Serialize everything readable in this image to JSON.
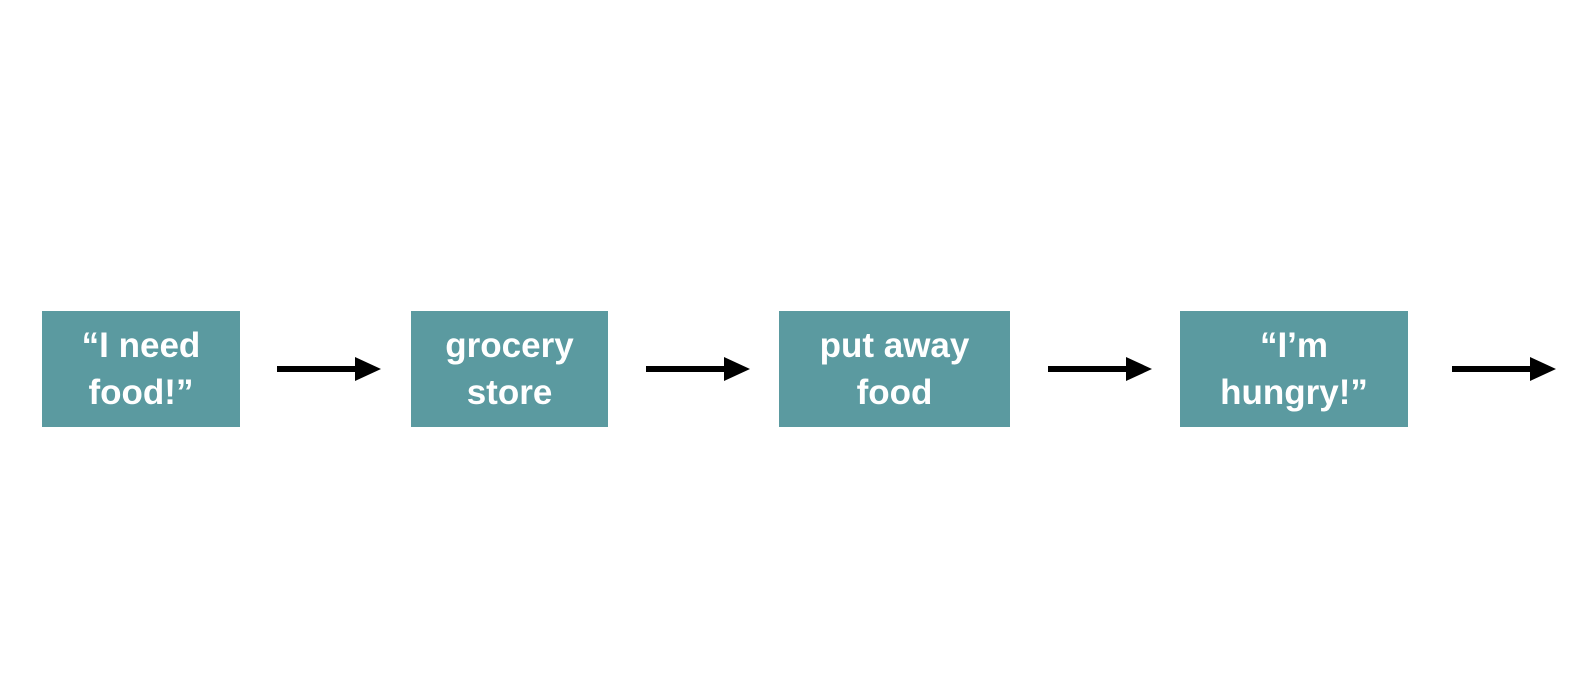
{
  "diagram": {
    "title": "food cycle flowchart",
    "background_color": "#ffffff",
    "box_color": "#5b9aa0",
    "box_text_color": "#ffffff",
    "arrow_color": "#000000",
    "nodes": [
      {
        "id": "need-food",
        "label": "“I need\nfood!”"
      },
      {
        "id": "grocery-store",
        "label": "grocery\nstore"
      },
      {
        "id": "put-away-food",
        "label": "put away\nfood"
      },
      {
        "id": "im-hungry",
        "label": "“I’m\nhungry!”"
      }
    ],
    "connector": {
      "name": "right-arrow",
      "glyph": "→",
      "count": 4
    }
  }
}
